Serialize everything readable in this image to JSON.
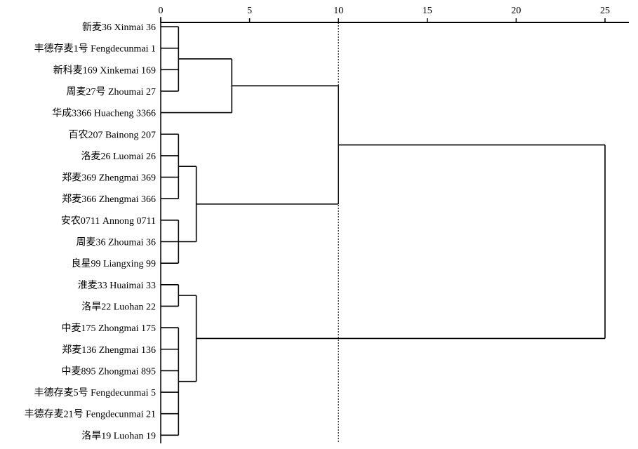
{
  "chart_data": {
    "type": "dendrogram",
    "orientation": "horizontal",
    "x_ticks": [
      0,
      5,
      10,
      15,
      20,
      25
    ],
    "xlim": [
      0,
      25
    ],
    "cut_line": 10,
    "leaves": [
      "新麦36 Xinmai 36",
      "丰德存麦1号 Fengdecunmai 1",
      "新科麦169 Xinkemai 169",
      "周麦27号 Zhoumai 27",
      "华成3366 Huacheng 3366",
      "百农207 Bainong 207",
      "洛麦26 Luomai 26",
      "郑麦369 Zhengmai 369",
      "郑麦366 Zhengmai 366",
      "安农0711 Annong 0711",
      "周麦36 Zhoumai 36",
      "良星99 Liangxing 99",
      "淮麦33 Huaimai 33",
      "洛旱22 Luohan 22",
      "中麦175 Zhongmai 175",
      "郑麦136 Zhengmai 136",
      "中麦895 Zhongmai 895",
      "丰德存麦5号 Fengdecunmai 5",
      "丰德存麦21号 Fengdecunmai 21",
      "洛旱19 Luohan 19"
    ],
    "merges": [
      {
        "id": "A",
        "children": [
          0,
          1,
          2,
          3
        ],
        "height": 1
      },
      {
        "id": "B",
        "children": [
          "A",
          4
        ],
        "height": 4
      },
      {
        "id": "C",
        "children": [
          5,
          6,
          7,
          8
        ],
        "height": 1
      },
      {
        "id": "D",
        "children": [
          9,
          10,
          11
        ],
        "height": 1
      },
      {
        "id": "E",
        "children": [
          "C",
          "D"
        ],
        "height": 2
      },
      {
        "id": "F",
        "children": [
          "B",
          "E"
        ],
        "height": 10
      },
      {
        "id": "G",
        "children": [
          12,
          13
        ],
        "height": 1
      },
      {
        "id": "H",
        "children": [
          14,
          15,
          16,
          17,
          18,
          19
        ],
        "height": 1
      },
      {
        "id": "I",
        "children": [
          "G",
          "H"
        ],
        "height": 2
      },
      {
        "id": "J",
        "children": [
          "F",
          "I"
        ],
        "height": 25
      }
    ]
  },
  "colors": {
    "line": "#000000",
    "background": "#ffffff"
  }
}
